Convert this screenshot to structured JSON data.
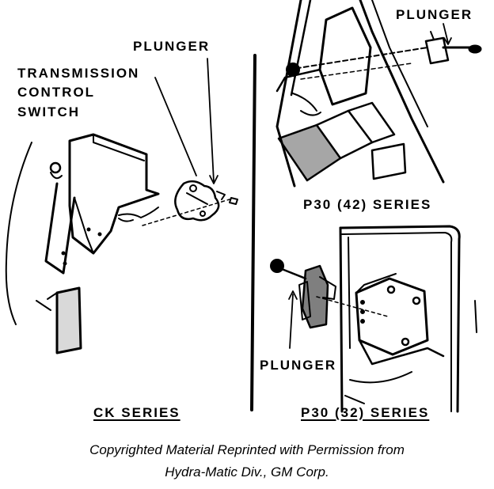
{
  "labels": {
    "transmission_control_switch": [
      "TRANSMISSION",
      "CONTROL",
      "SWITCH"
    ],
    "plunger_left": "PLUNGER",
    "plunger_top_right": "PLUNGER",
    "plunger_bottom_right": "PLUNGER",
    "p30_42_series": "P30 (42) SERIES",
    "ck_series": "CK SERIES",
    "p30_32_series": "P30 (32) SERIES"
  },
  "credit": {
    "line1": "Copyrighted Material Reprinted with Permission from",
    "line2": "Hydra-Matic Div., GM Corp."
  }
}
